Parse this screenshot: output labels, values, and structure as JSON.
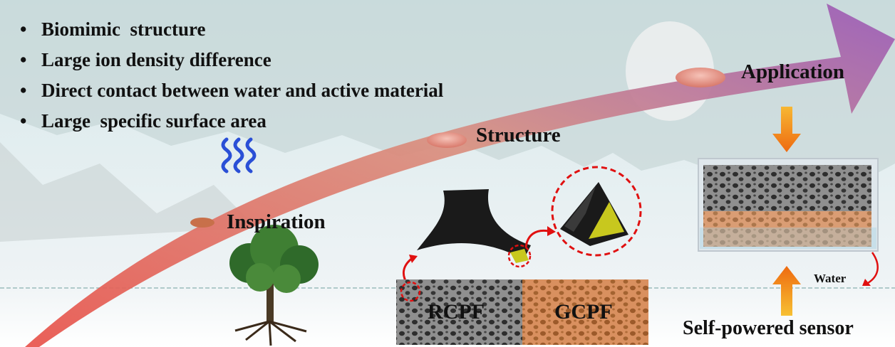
{
  "features": [
    "Biomimic  structure",
    "Large ion density difference",
    "Direct contact between water and active material",
    "Large  specific surface area"
  ],
  "stages": {
    "inspiration": "Inspiration",
    "structure": "Structure",
    "application": "Application"
  },
  "foams": {
    "left": "RCPF",
    "right": "GCPF"
  },
  "device": {
    "water_label": "Water",
    "sensor_label": "Self-powered sensor"
  },
  "colors": {
    "arrow_start": "#e8524a",
    "arrow_mid": "#d88a7a",
    "arrow_end": "#9a5ab8",
    "marker": "#e89a8a",
    "rcpf": "#8f8f8f",
    "gcpf": "#d9905f",
    "wave": "#2a4fd6",
    "dashed_circle": "#e01010",
    "vertical_arrow": "#f5a020"
  }
}
